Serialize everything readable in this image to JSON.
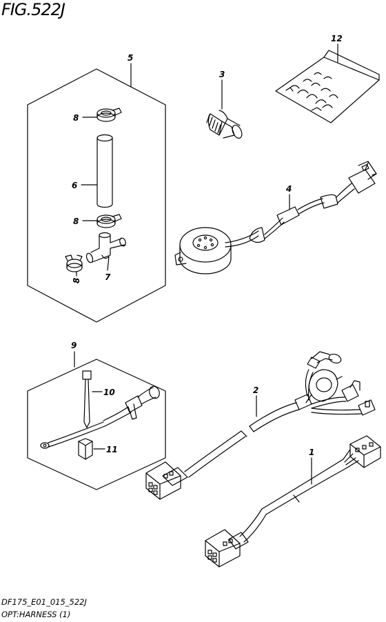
{
  "figure": {
    "title": "FIG.522J",
    "code": "DF175_E01_015_522J",
    "name": "OPT:HARNESS (1)"
  },
  "callouts": {
    "c1": "1",
    "c2": "2",
    "c3": "3",
    "c4": "4",
    "c5": "5",
    "c6": "6",
    "c7": "7",
    "c8a": "8",
    "c8b": "8",
    "c8c": "8",
    "c9": "9",
    "c10": "10",
    "c11": "11",
    "c12": "12"
  },
  "parts": [
    {
      "ref": "1",
      "icon": "harness-icon"
    },
    {
      "ref": "2",
      "icon": "harness-with-branches-icon"
    },
    {
      "ref": "3",
      "icon": "plug-fitting-icon"
    },
    {
      "ref": "4",
      "icon": "buzzer-harness-icon"
    },
    {
      "ref": "5",
      "icon": "kit-group-icon"
    },
    {
      "ref": "6",
      "icon": "hose-icon"
    },
    {
      "ref": "7",
      "icon": "tee-joint-icon"
    },
    {
      "ref": "8",
      "icon": "clip-icon"
    },
    {
      "ref": "9",
      "icon": "kit-group-icon"
    },
    {
      "ref": "10",
      "icon": "cable-tie-icon"
    },
    {
      "ref": "11",
      "icon": "connector-icon"
    },
    {
      "ref": "12",
      "icon": "bag-icon"
    }
  ]
}
